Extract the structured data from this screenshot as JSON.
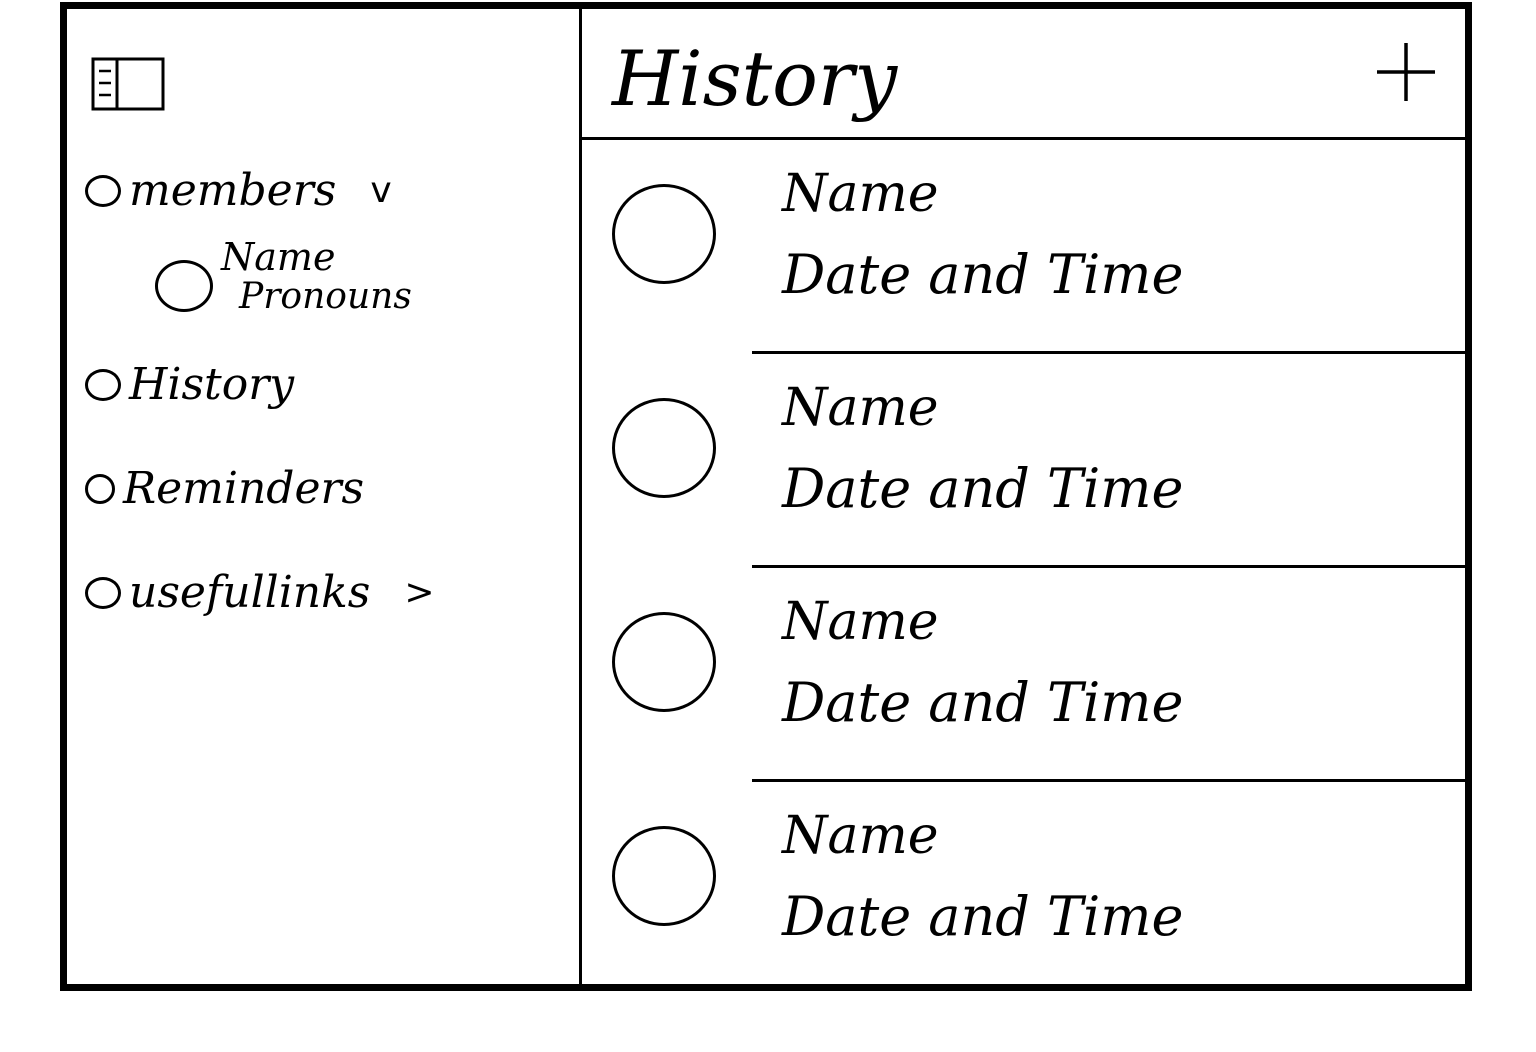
{
  "sidebar": {
    "toggle_icon": "sidebar-toggle-icon",
    "members": {
      "label": "members",
      "chevron": "v"
    },
    "member_entry": {
      "name": "Name",
      "pronouns": "Pronouns"
    },
    "history": {
      "label": "History"
    },
    "reminders": {
      "label": "Reminders"
    },
    "useful_links": {
      "label": "usefullinks",
      "chevron": ">"
    }
  },
  "main": {
    "title": "History",
    "add_icon": "plus-icon",
    "entries": [
      {
        "name": "Name",
        "datetime": "Date and Time"
      },
      {
        "name": "Name",
        "datetime": "Date and Time"
      },
      {
        "name": "Name",
        "datetime": "Date and Time"
      },
      {
        "name": "Name",
        "datetime": "Date and Time"
      }
    ]
  }
}
